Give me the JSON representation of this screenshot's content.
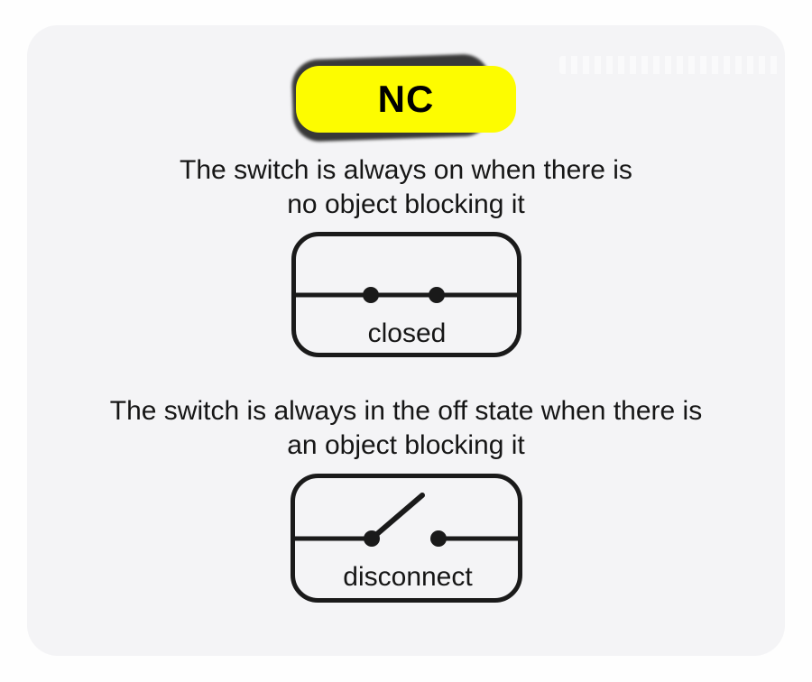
{
  "page": {
    "background_color": "#fefefe"
  },
  "card": {
    "background_color": "#f4f4f6"
  },
  "badge": {
    "label": "NC",
    "pill_color": "#fdfc00",
    "text_color": "#000000",
    "shadow_color": "#383838"
  },
  "sections": [
    {
      "id": "closed-state",
      "description": [
        "The switch is always on when there is",
        "no object blocking it"
      ],
      "diagram_label": "closed",
      "switch_state": "closed"
    },
    {
      "id": "open-state",
      "description": [
        "The switch is always in the off state when there is",
        "an object blocking it"
      ],
      "diagram_label": "disconnect",
      "switch_state": "open"
    }
  ],
  "diagram_style": {
    "stroke_color": "#1a1a1a",
    "outline_stroke_width": 5,
    "wire_stroke_width": 5,
    "lever_stroke_width": 6,
    "contact_dot_radius": 9
  }
}
